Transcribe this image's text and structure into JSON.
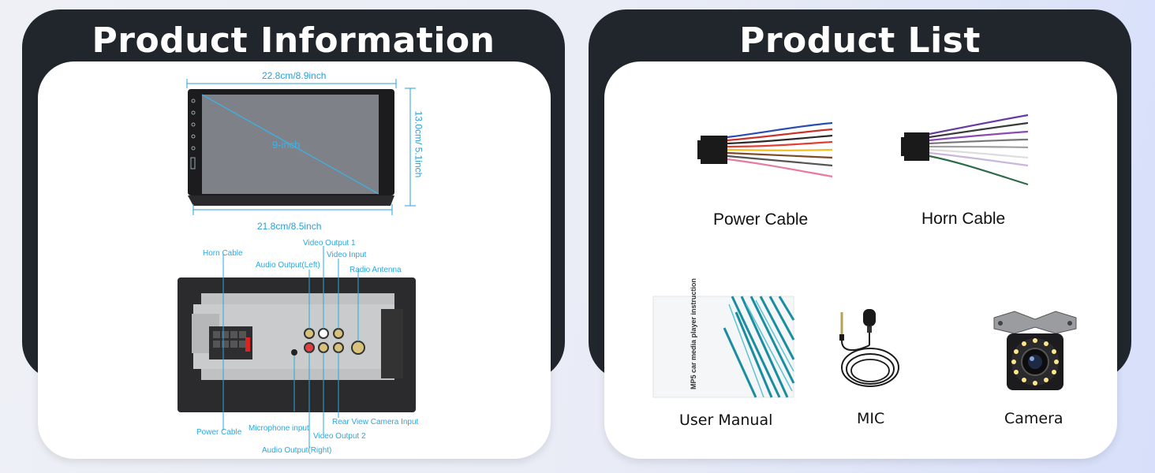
{
  "left_panel": {
    "title": "Product Information",
    "dimensions": {
      "top_width": "22.8cm/8.9inch",
      "bottom_width": "21.8cm/8.5inch",
      "height": "13.0cm/ 5.1inch",
      "screen": "9-inch"
    },
    "ports": {
      "horn_cable": "Horn Cable",
      "audio_output_left": "Audio Output(Left)",
      "video_output_1": "Video Output 1",
      "video_input": "Video Input",
      "radio_antenna": "Radio Antenna",
      "power_cable": "Power Cable",
      "microphone_input": "Microphone input",
      "video_output_2": "Video Output 2",
      "rear_view_camera_input": "Rear View Camera Input",
      "audio_output_right": "Audio Output(Right)"
    }
  },
  "right_panel": {
    "title": "Product List",
    "items": [
      {
        "label": "Power Cable"
      },
      {
        "label": "Horn Cable"
      },
      {
        "label": "User Manual"
      },
      {
        "label": "MIC"
      },
      {
        "label": "Camera"
      }
    ],
    "manual_cover_text": "MP5 car media player instruction"
  },
  "colors": {
    "panel": "#20262c",
    "accent_blue": "#29a8e0"
  }
}
